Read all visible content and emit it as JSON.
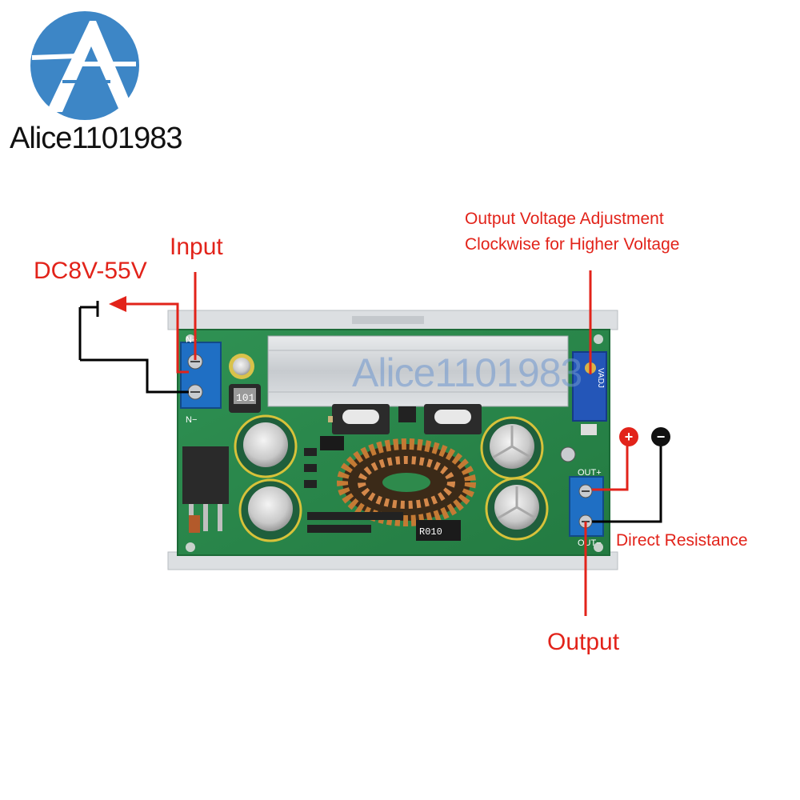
{
  "brand": {
    "name": "Alice1101983",
    "watermark": "Alice1101983",
    "logo_color": "#3d86c6"
  },
  "annotations": {
    "input_label": "Input",
    "input_voltage": "DC8V-55V",
    "adjust_line1": "Output Voltage Adjustment",
    "adjust_line2": "Clockwise for Higher Voltage",
    "direct_resistance": "Direct Resistance",
    "output_label": "Output",
    "plus_symbol": "+",
    "minus_symbol": "−",
    "accent_color": "#e2231a"
  },
  "board": {
    "silk_in_top": "N+",
    "silk_in_bottom": "N−",
    "silk_out_top": "OUT+",
    "silk_out_bottom": "OUT−",
    "silk_adj": "VADJ",
    "inductor_code": "101",
    "resistor_code": "R010",
    "pcb_color": "#2e8a4c"
  }
}
